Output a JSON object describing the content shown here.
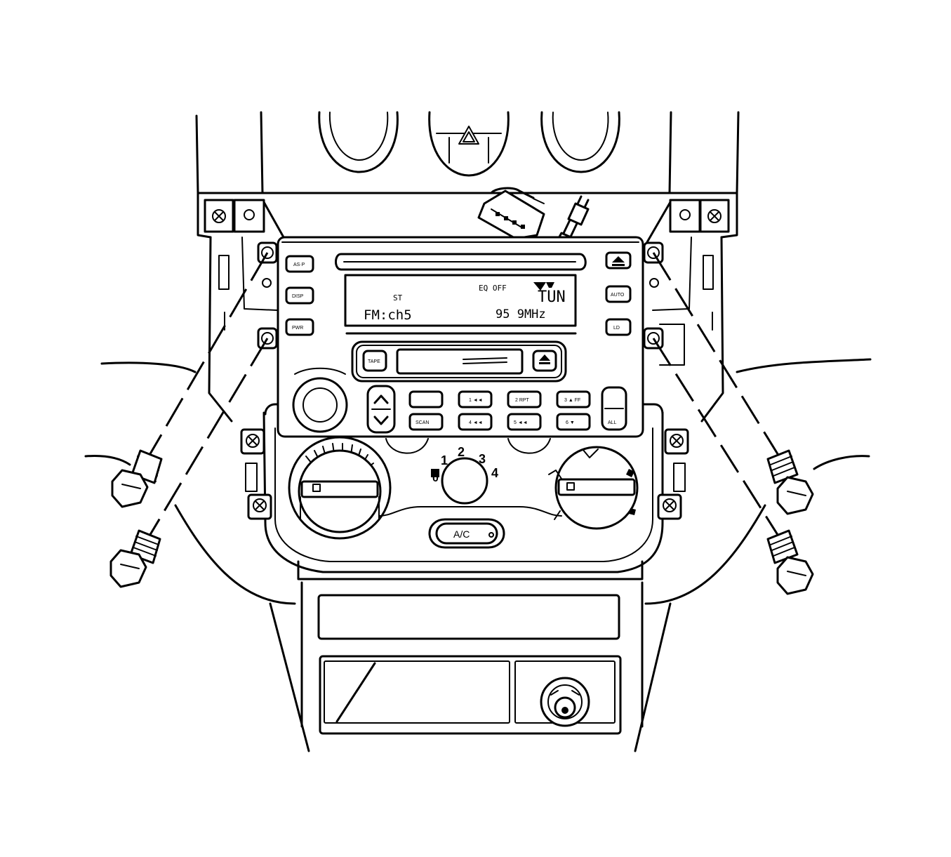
{
  "radio": {
    "band_label": "FM:ch5",
    "frequency": "95 9MHz",
    "stereo_indicator": "ST",
    "eq_status": "EQ OFF",
    "mode_indicator": "TUN"
  },
  "hvac": {
    "ac_button_label": "A/C",
    "fan_speeds": [
      "1",
      "2",
      "3",
      "4"
    ]
  }
}
